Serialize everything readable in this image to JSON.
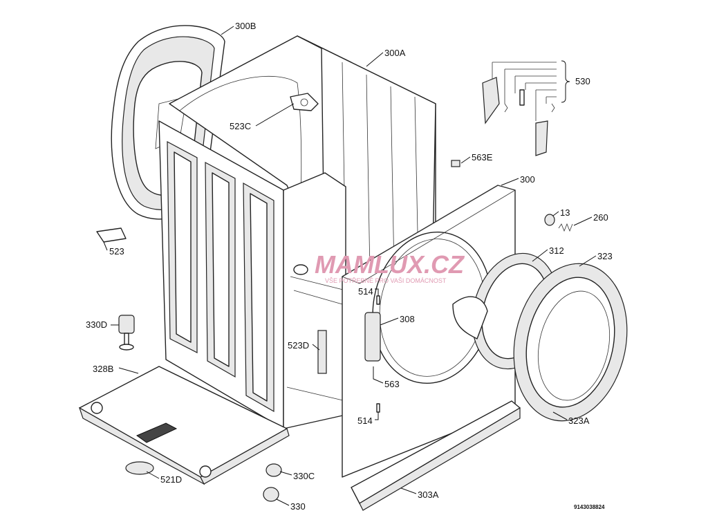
{
  "diagram": {
    "drawing_code": "9143038824",
    "watermark": {
      "brand": "MAMLUX.CZ",
      "slogan": "VŠE POTŘEBNÉ PRO VAŠI DOMÁCNOST"
    },
    "parts": [
      {
        "id": "p300B",
        "label": "300B"
      },
      {
        "id": "p300A",
        "label": "300A"
      },
      {
        "id": "p523C",
        "label": "523C"
      },
      {
        "id": "p563E",
        "label": "563E"
      },
      {
        "id": "p300",
        "label": "300"
      },
      {
        "id": "p530",
        "label": "530"
      },
      {
        "id": "p13",
        "label": "13"
      },
      {
        "id": "p260",
        "label": "260"
      },
      {
        "id": "p523",
        "label": "523"
      },
      {
        "id": "p312",
        "label": "312"
      },
      {
        "id": "p323",
        "label": "323"
      },
      {
        "id": "p514a",
        "label": "514"
      },
      {
        "id": "p308",
        "label": "308"
      },
      {
        "id": "p330D",
        "label": "330D"
      },
      {
        "id": "p523D",
        "label": "523D"
      },
      {
        "id": "p328B",
        "label": "328B"
      },
      {
        "id": "p563",
        "label": "563"
      },
      {
        "id": "p514b",
        "label": "514"
      },
      {
        "id": "p323A",
        "label": "323A"
      },
      {
        "id": "p521D",
        "label": "521D"
      },
      {
        "id": "p330C",
        "label": "330C"
      },
      {
        "id": "p303A",
        "label": "303A"
      },
      {
        "id": "p330",
        "label": "330"
      }
    ]
  }
}
